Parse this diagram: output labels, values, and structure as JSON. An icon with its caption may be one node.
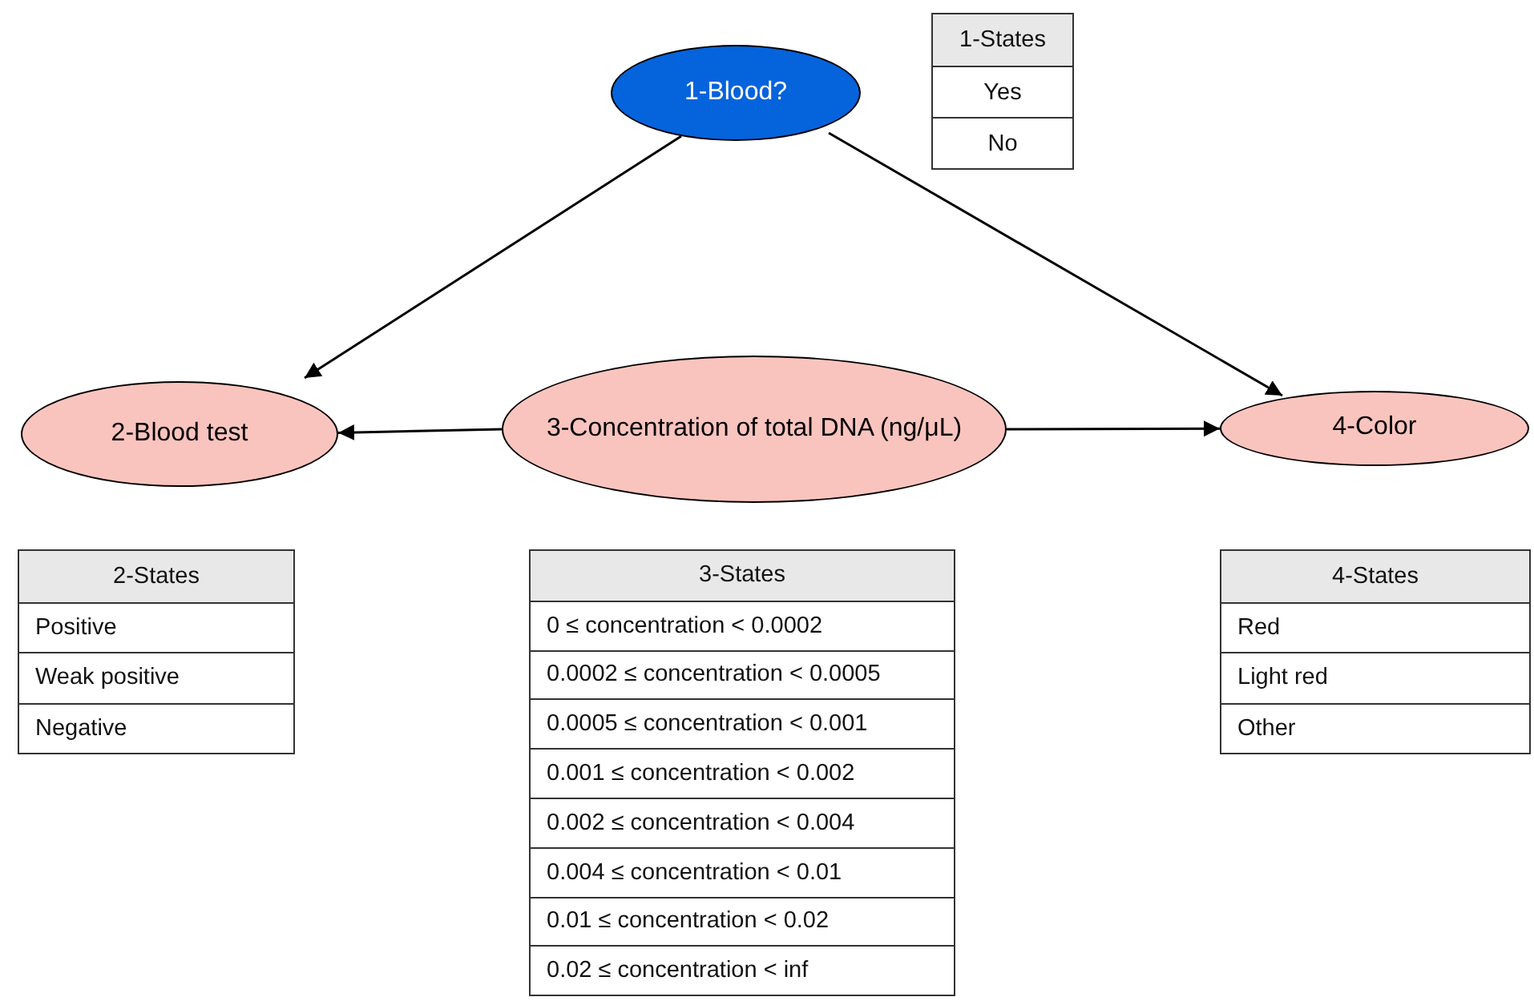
{
  "diagram": {
    "nodes": [
      {
        "text": [
          "1-Blood?"
        ]
      },
      {
        "text": [
          "1-States",
          "Yes",
          "No"
        ]
      },
      {
        "text": [
          "2-Blood test"
        ]
      },
      {
        "text": [
          "3-Concentration of total DNA (ng/μL)"
        ]
      },
      {
        "text": [
          "4-Color"
        ]
      },
      {
        "text": [
          "2-States",
          "Positive",
          "Weak positive",
          "Negative"
        ]
      },
      {
        "text": [
          "3-States",
          "0 ≤ concentration < 0.0002",
          "0.0002 ≤ concentration < 0.0005",
          "0.0005 ≤ concentration < 0.001",
          "0.001 ≤ concentration < 0.002",
          "0.002 ≤ concentration < 0.004",
          "0.004 ≤ concentration < 0.01",
          "0.01 ≤ concentration < 0.02",
          "0.02 ≤ concentration < inf"
        ]
      },
      {
        "text": [
          "4-States",
          "Red",
          "Light red",
          "Other"
        ]
      }
    ],
    "edges": [
      {
        "from": 0,
        "to": 2,
        "arrow": "to"
      },
      {
        "from": 0,
        "to": 4,
        "arrow": "to"
      },
      {
        "from": 3,
        "to": 2,
        "arrow": "to"
      },
      {
        "from": 3,
        "to": 4,
        "arrow": "to"
      }
    ]
  }
}
